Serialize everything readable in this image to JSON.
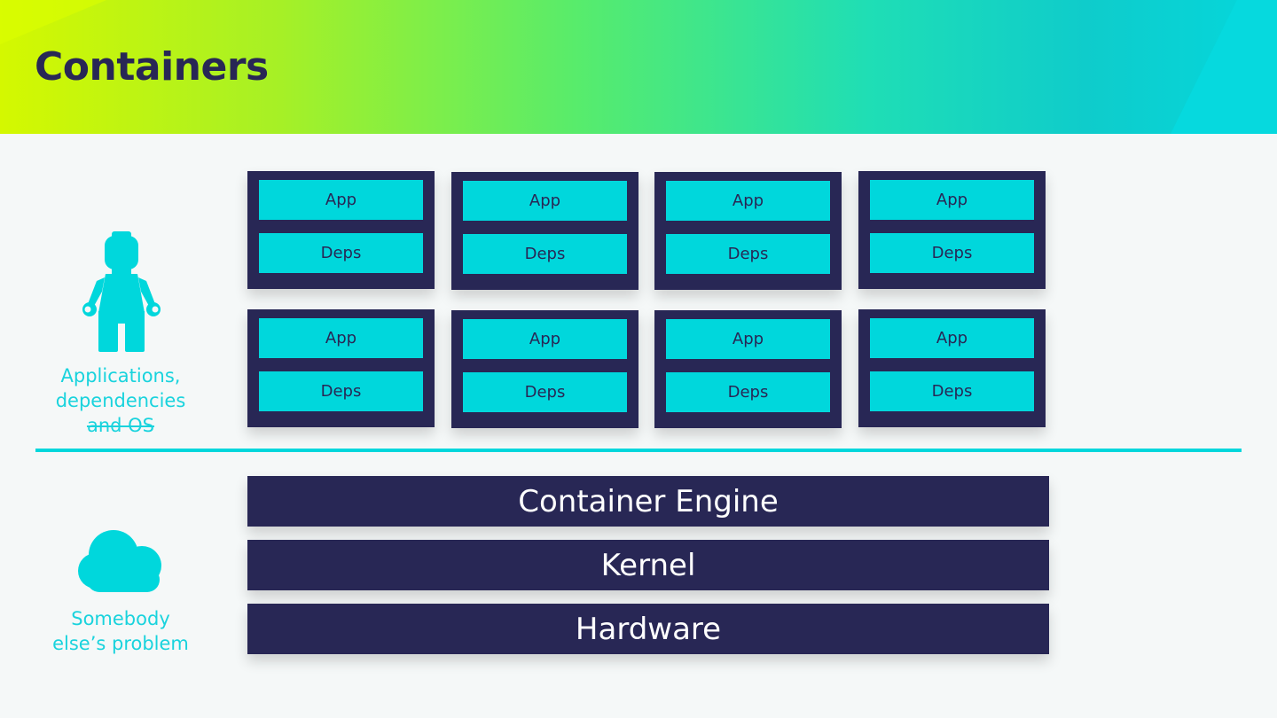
{
  "slide": {
    "title": "Containers"
  },
  "containers": [
    {
      "app": "App",
      "deps": "Deps"
    },
    {
      "app": "App",
      "deps": "Deps"
    },
    {
      "app": "App",
      "deps": "Deps"
    },
    {
      "app": "App",
      "deps": "Deps"
    },
    {
      "app": "App",
      "deps": "Deps"
    },
    {
      "app": "App",
      "deps": "Deps"
    },
    {
      "app": "App",
      "deps": "Deps"
    },
    {
      "app": "App",
      "deps": "Deps"
    }
  ],
  "layers": {
    "engine": "Container Engine",
    "kernel": "Kernel",
    "hardware": "Hardware"
  },
  "labels": {
    "top_line1": "Applications,",
    "top_line2": "dependencies",
    "top_line3_struck": "and OS",
    "bottom_line1": "Somebody",
    "bottom_line2": "else’s problem"
  },
  "icons": {
    "top": "lego-figure-icon",
    "bottom": "cloud-icon"
  },
  "colors": {
    "navy": "#282755",
    "cyan": "#00d7dc",
    "background": "#f5f8f8"
  }
}
